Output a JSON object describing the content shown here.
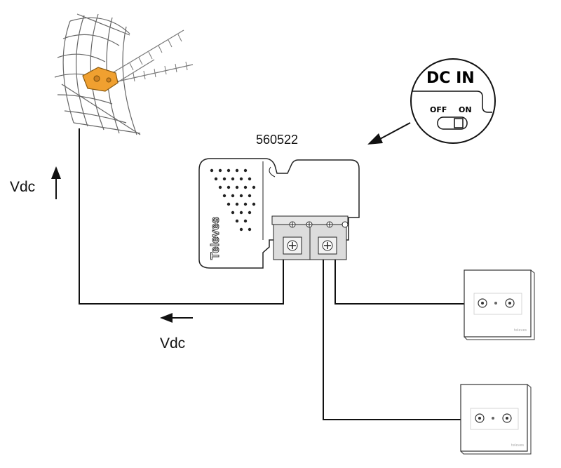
{
  "diagram": {
    "amplifier_model": "560522",
    "brand_logo": "Televes",
    "voltage_label_up": "Vdc",
    "voltage_label_left": "Vdc",
    "switch_callout": {
      "title": "DC IN",
      "off_label": "OFF",
      "on_label": "ON"
    },
    "wall_outlet_brand": "televes",
    "colors": {
      "line": "#111111",
      "antenna_head": "#f0a030",
      "antenna_body": "#777777"
    },
    "icons": [
      "antenna-icon",
      "amplifier-icon",
      "wall-outlet-icon",
      "arrow-icon",
      "switch-icon"
    ]
  }
}
